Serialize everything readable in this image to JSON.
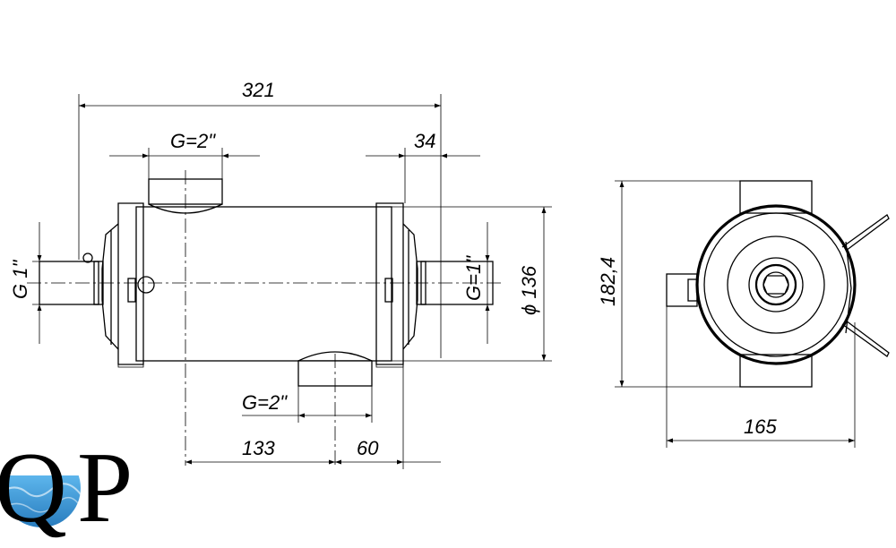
{
  "dimensions": {
    "overall_length": "321",
    "inlet_thread_top": "G=2\"",
    "offset_right": "34",
    "side_thread_left": "G 1\"",
    "side_thread_right": "G=1\"",
    "diameter": "ϕ 136",
    "inlet_thread_bottom": "G=2\"",
    "distance_a": "133",
    "distance_b": "60",
    "end_view_height": "182,4",
    "end_view_width": "165"
  },
  "logo": {
    "text_q": "Q",
    "text_p": "P",
    "water_color": "#2f8fd0"
  }
}
